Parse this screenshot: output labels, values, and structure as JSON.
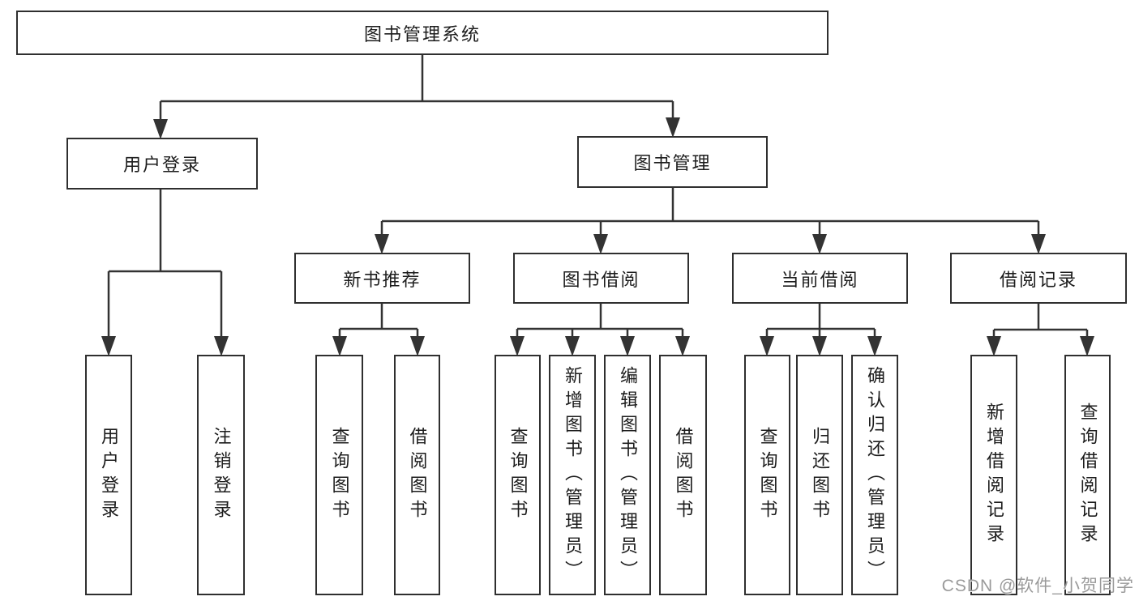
{
  "diagram": {
    "type": "hierarchy-tree",
    "watermark": "CSDN @软件_小贺同学",
    "colors": {
      "line": "#333333",
      "box_border": "#2f2f2f",
      "text": "#1c1c1c",
      "background": "#ffffff",
      "watermark": "#9a9a9a"
    },
    "nodes": {
      "root": {
        "label": "图书管理系统"
      },
      "user_login": {
        "label": "用户登录"
      },
      "book_mgmt": {
        "label": "图书管理"
      },
      "new_book_rec": {
        "label": "新书推荐"
      },
      "book_borrow": {
        "label": "图书借阅"
      },
      "current_borrow": {
        "label": "当前借阅"
      },
      "borrow_record": {
        "label": "借阅记录"
      },
      "leaf_user_login": {
        "label": "用户登录"
      },
      "leaf_logout": {
        "label": "注销登录"
      },
      "rec_query_book": {
        "label": "查询图书"
      },
      "rec_borrow_book": {
        "label": "借阅图书"
      },
      "bb_query_book": {
        "label": "查询图书"
      },
      "bb_add_book": {
        "label": "新增图书（管理员）"
      },
      "bb_edit_book": {
        "label": "编辑图书（管理员）"
      },
      "bb_borrow_book": {
        "label": "借阅图书"
      },
      "cb_query_book": {
        "label": "查询图书"
      },
      "cb_return_book": {
        "label": "归还图书"
      },
      "cb_confirm_return": {
        "label": "确认归还（管理员）"
      },
      "br_add_record": {
        "label": "新增借阅记录"
      },
      "br_query_record": {
        "label": "查询借阅记录"
      }
    },
    "edges": [
      [
        "root",
        "user_login"
      ],
      [
        "root",
        "book_mgmt"
      ],
      [
        "user_login",
        "leaf_user_login"
      ],
      [
        "user_login",
        "leaf_logout"
      ],
      [
        "book_mgmt",
        "new_book_rec"
      ],
      [
        "book_mgmt",
        "book_borrow"
      ],
      [
        "book_mgmt",
        "current_borrow"
      ],
      [
        "book_mgmt",
        "borrow_record"
      ],
      [
        "new_book_rec",
        "rec_query_book"
      ],
      [
        "new_book_rec",
        "rec_borrow_book"
      ],
      [
        "book_borrow",
        "bb_query_book"
      ],
      [
        "book_borrow",
        "bb_add_book"
      ],
      [
        "book_borrow",
        "bb_edit_book"
      ],
      [
        "book_borrow",
        "bb_borrow_book"
      ],
      [
        "current_borrow",
        "cb_query_book"
      ],
      [
        "current_borrow",
        "cb_return_book"
      ],
      [
        "current_borrow",
        "cb_confirm_return"
      ],
      [
        "borrow_record",
        "br_add_record"
      ],
      [
        "borrow_record",
        "br_query_record"
      ]
    ]
  }
}
